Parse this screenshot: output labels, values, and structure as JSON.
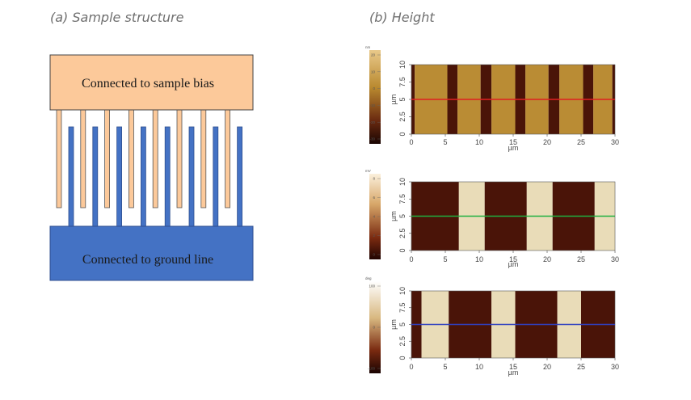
{
  "captions": {
    "a": "(a) Sample structure",
    "b": "(b) Height"
  },
  "structure": {
    "top_label": "Connected to sample bias",
    "bottom_label": "Connected to ground line",
    "top_fill": "#fcc99a",
    "bottom_fill": "#4472c4",
    "top_fingers": 8,
    "bottom_fingers": 8
  },
  "maps": [
    {
      "colorbar_unit": "nm",
      "colorbar_ticks": [
        "20",
        "10",
        "0",
        "-10",
        "-20",
        "-30"
      ],
      "line_color": "#e02020",
      "stripes": [
        [
          0,
          0.5,
          "dark"
        ],
        [
          0.5,
          5.3,
          "mid"
        ],
        [
          5.3,
          6.8,
          "dark"
        ],
        [
          6.8,
          10.2,
          "mid"
        ],
        [
          10.2,
          11.8,
          "dark"
        ],
        [
          11.8,
          15.3,
          "mid"
        ],
        [
          15.3,
          16.8,
          "dark"
        ],
        [
          16.8,
          20.2,
          "mid"
        ],
        [
          20.2,
          21.8,
          "dark"
        ],
        [
          21.8,
          25.3,
          "mid"
        ],
        [
          25.3,
          26.8,
          "dark"
        ],
        [
          26.8,
          29.6,
          "mid"
        ],
        [
          29.6,
          30,
          "dark"
        ]
      ]
    },
    {
      "colorbar_unit": "mV",
      "colorbar_ticks": [
        "8",
        "6",
        "4",
        "2",
        "0"
      ],
      "line_color": "#20b040",
      "stripes": [
        [
          0,
          7,
          "dark"
        ],
        [
          7,
          10.8,
          "light"
        ],
        [
          10.8,
          17,
          "dark"
        ],
        [
          17,
          20.8,
          "light"
        ],
        [
          20.8,
          27,
          "dark"
        ],
        [
          27,
          30,
          "light"
        ]
      ]
    },
    {
      "colorbar_unit": "deg",
      "colorbar_ticks": [
        "100",
        "0",
        "-100"
      ],
      "line_color": "#3040c0",
      "stripes": [
        [
          0,
          1.5,
          "dark"
        ],
        [
          1.5,
          5.5,
          "light"
        ],
        [
          5.5,
          11.8,
          "dark"
        ],
        [
          11.8,
          15.3,
          "light"
        ],
        [
          15.3,
          21.5,
          "dark"
        ],
        [
          21.5,
          25,
          "light"
        ],
        [
          25,
          30,
          "dark"
        ]
      ]
    }
  ],
  "axes": {
    "x_label": "µm",
    "y_label": "µm",
    "x_ticks": [
      "0",
      "5",
      "10",
      "15",
      "20",
      "25",
      "30"
    ],
    "y_ticks": [
      "0",
      "2.5",
      "5",
      "7.5",
      "10"
    ]
  }
}
